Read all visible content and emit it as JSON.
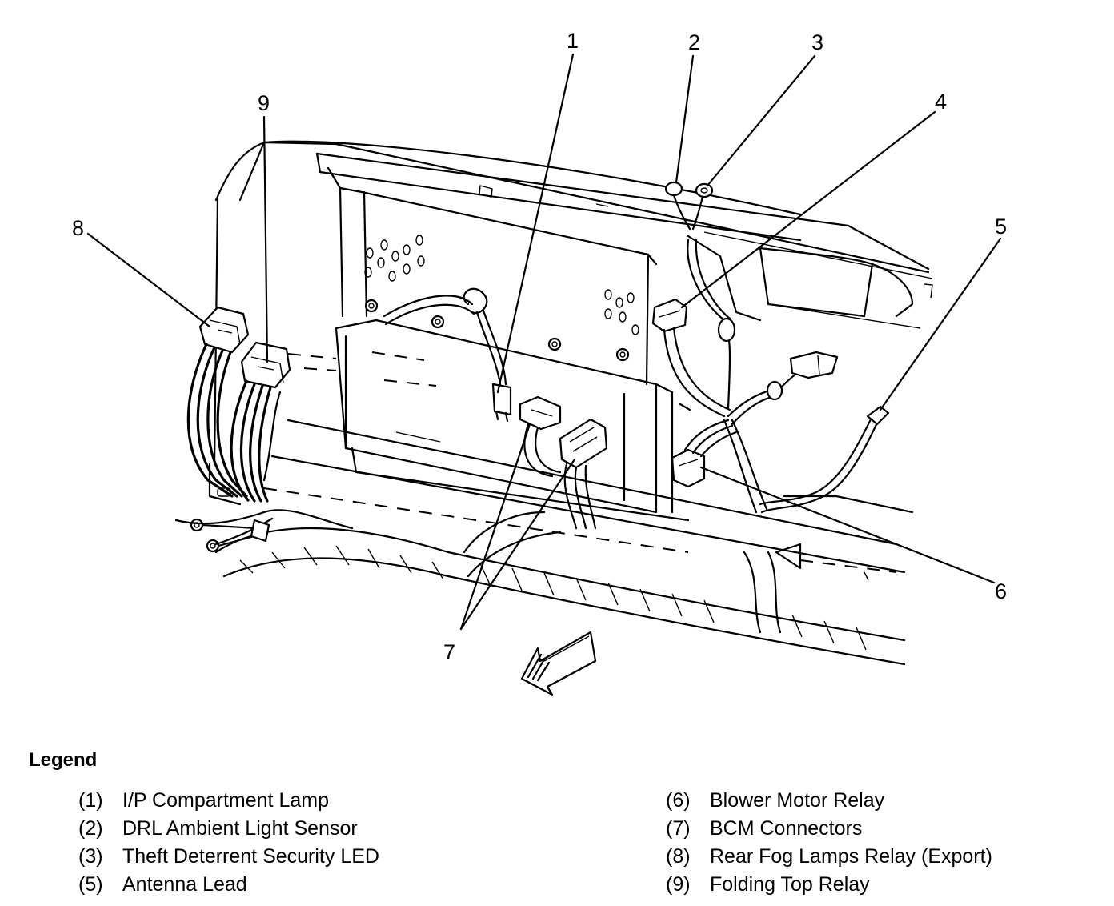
{
  "callouts": {
    "c1": "1",
    "c2": "2",
    "c3": "3",
    "c4": "4",
    "c5": "5",
    "c6": "6",
    "c7": "7",
    "c8": "8",
    "c9": "9"
  },
  "legend": {
    "title": "Legend",
    "left": [
      {
        "num": "(1)",
        "label": "I/P Compartment Lamp"
      },
      {
        "num": "(2)",
        "label": "DRL Ambient Light Sensor"
      },
      {
        "num": "(3)",
        "label": "Theft Deterrent Security LED"
      },
      {
        "num": "(5)",
        "label": "Antenna Lead"
      }
    ],
    "right": [
      {
        "num": "(6)",
        "label": "Blower Motor Relay"
      },
      {
        "num": "(7)",
        "label": "BCM Connectors"
      },
      {
        "num": "(8)",
        "label": "Rear Fog Lamps Relay (Export)"
      },
      {
        "num": "(9)",
        "label": "Folding Top Relay"
      }
    ]
  }
}
